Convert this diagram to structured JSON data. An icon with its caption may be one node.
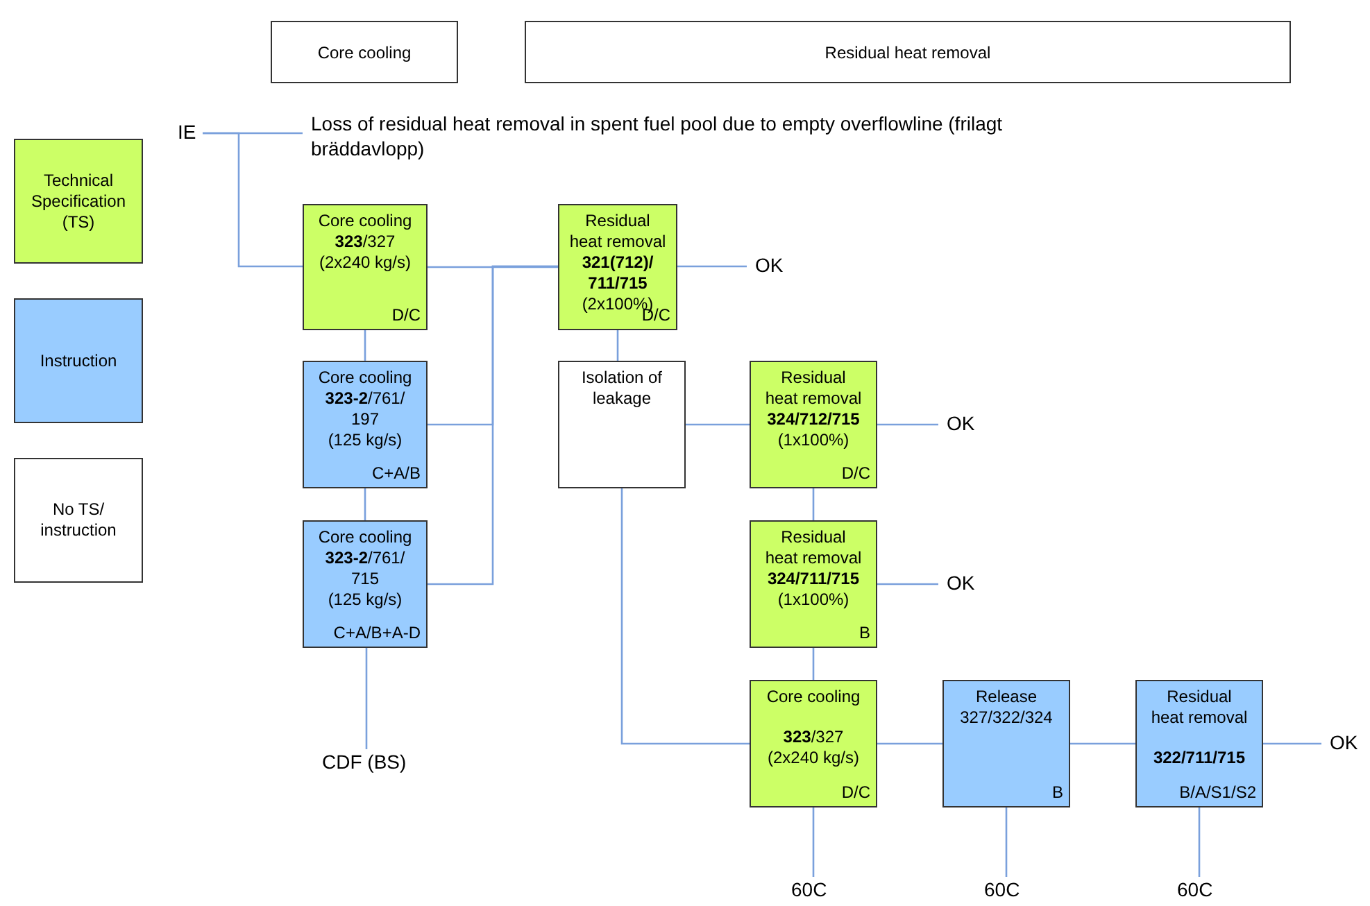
{
  "diagram": {
    "nodes": [
      {
        "text": [
          "Core cooling"
        ]
      },
      {
        "text": [
          "Residual heat removal"
        ]
      },
      {
        "text": [
          "IE"
        ]
      },
      {
        "text": [
          "Loss of residual heat removal in spent fuel pool due to empty overflowline (frilagt bräddavlopp)"
        ]
      },
      {
        "text": [
          "Core cooling **323**/327 (2x240 kg/s)",
          "D/C"
        ]
      },
      {
        "text": [
          "Residual heat removal **321(712)/ 711/715** (2x100%)",
          "D/C"
        ]
      },
      {
        "text": [
          "OK"
        ]
      },
      {
        "text": [
          "Core cooling **323-2**/761/ 197",
          "(125 kg/s)",
          "C+A/B"
        ]
      },
      {
        "text": [
          "Core cooling **323-2**/761/ 715",
          "(125 kg/s)",
          "C+A/B+A-D"
        ]
      },
      {
        "text": [
          "CDF (BS)"
        ]
      },
      {
        "text": [
          "Isolation of leakage"
        ]
      },
      {
        "text": [
          "Residual heat removal **324/712/715** (1x100%)",
          "D/C"
        ]
      },
      {
        "text": [
          "OK"
        ]
      },
      {
        "text": [
          "Residual heat removal **324/711/715** (1x100%)",
          "B"
        ]
      },
      {
        "text": [
          "OK"
        ]
      },
      {
        "text": [
          "Core cooling",
          "**323**/327 (2x240 kg/s)",
          "D/C"
        ]
      },
      {
        "text": [
          "60C"
        ]
      },
      {
        "text": [
          "Release 327/322/324",
          "B"
        ]
      },
      {
        "text": [
          "60C"
        ]
      },
      {
        "text": [
          "Residual heat removal",
          "**322/711/715**",
          "B/A/S1/S2"
        ]
      },
      {
        "text": [
          "OK"
        ]
      },
      {
        "text": [
          "60C"
        ]
      }
    ],
    "edges": [
      {
        "from": 2,
        "to": 3,
        "arrow": "none"
      },
      {
        "from": 2,
        "to": 4,
        "arrow": "none"
      },
      {
        "from": 4,
        "to": 5,
        "arrow": "none"
      },
      {
        "from": 4,
        "to": 7,
        "arrow": "none"
      },
      {
        "from": 7,
        "to": 5,
        "arrow": "none"
      },
      {
        "from": 7,
        "to": 8,
        "arrow": "none"
      },
      {
        "from": 8,
        "to": 5,
        "arrow": "none"
      },
      {
        "from": 8,
        "to": 9,
        "arrow": "none"
      },
      {
        "from": 5,
        "to": 6,
        "arrow": "none"
      },
      {
        "from": 5,
        "to": 10,
        "arrow": "none"
      },
      {
        "from": 10,
        "to": 11,
        "arrow": "none"
      },
      {
        "from": 11,
        "to": 12,
        "arrow": "none"
      },
      {
        "from": 11,
        "to": 13,
        "arrow": "none"
      },
      {
        "from": 13,
        "to": 14,
        "arrow": "none"
      },
      {
        "from": 10,
        "to": 15,
        "arrow": "none"
      },
      {
        "from": 13,
        "to": 15,
        "arrow": "none"
      },
      {
        "from": 15,
        "to": 16,
        "arrow": "none"
      },
      {
        "from": 15,
        "to": 17,
        "arrow": "none"
      },
      {
        "from": 17,
        "to": 18,
        "arrow": "none"
      },
      {
        "from": 17,
        "to": 19,
        "arrow": "none"
      },
      {
        "from": 19,
        "to": 20,
        "arrow": "none"
      },
      {
        "from": 19,
        "to": 21,
        "arrow": "none"
      }
    ],
    "legend": [
      {
        "text": "Technical Specification (TS)",
        "color": "#ccff66"
      },
      {
        "text": "Instruction",
        "color": "#99ccff"
      },
      {
        "text": "No TS/ instruction",
        "color": "#ffffff"
      }
    ]
  }
}
